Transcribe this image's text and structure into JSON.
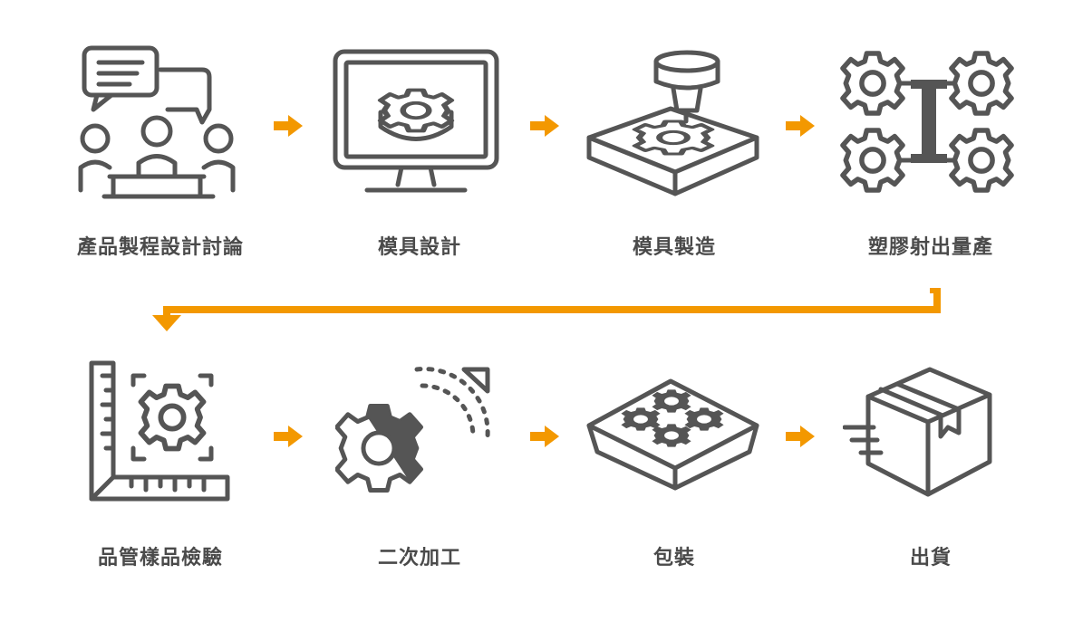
{
  "colors": {
    "icon": "#555555",
    "accent": "#F39800",
    "label": "#4A4A4A"
  },
  "steps": [
    {
      "label": "產品製程設計討論",
      "icon": "meeting-discussion-icon"
    },
    {
      "label": "模具設計",
      "icon": "monitor-gear-design-icon"
    },
    {
      "label": "模具製造",
      "icon": "cnc-mold-manufacturing-icon"
    },
    {
      "label": "塑膠射出量產",
      "icon": "injection-gears-icon"
    },
    {
      "label": "品管樣品檢驗",
      "icon": "ruler-gear-inspection-icon"
    },
    {
      "label": "二次加工",
      "icon": "cut-gear-processing-icon"
    },
    {
      "label": "包裝",
      "icon": "tray-packaging-icon"
    },
    {
      "label": "出貨",
      "icon": "shipping-box-icon"
    }
  ]
}
